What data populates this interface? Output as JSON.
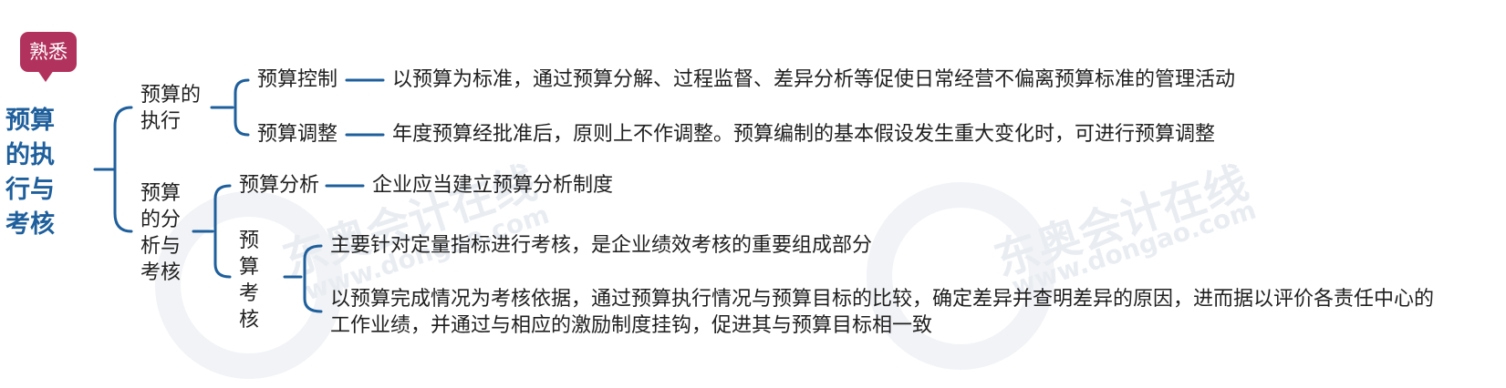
{
  "badge": "熟悉",
  "root": "预算的执行与考核",
  "watermark": {
    "left_cn": "东奥会计在线",
    "left_en": "www.dongao.com",
    "right_cn": "东奥会计在线",
    "right_en": "www.dongao.com"
  },
  "branches": {
    "execution": {
      "label": "预算的执行",
      "items": [
        {
          "label": "预算控制",
          "desc": "以预算为标准，通过预算分解、过程监督、差异分析等促使日常经营不偏离预算标准的管理活动"
        },
        {
          "label": "预算调整",
          "desc": "年度预算经批准后，原则上不作调整。预算编制的基本假设发生重大变化时，可进行预算调整"
        }
      ]
    },
    "analysis": {
      "label": "预算的分析与考核",
      "analysis_item": {
        "label": "预算分析",
        "desc": "企业应当建立预算分析制度"
      },
      "assessment": {
        "label": "预算考核",
        "points": [
          "主要针对定量指标进行考核，是企业绩效考核的重要组成部分",
          "以预算完成情况为考核依据，通过预算执行情况与预算目标的比较，确定差异并查明差异的原因，进而据以评价各责任中心的",
          "工作业绩，并通过与相应的激励制度挂钩，促进其与预算目标相一致"
        ]
      }
    }
  }
}
